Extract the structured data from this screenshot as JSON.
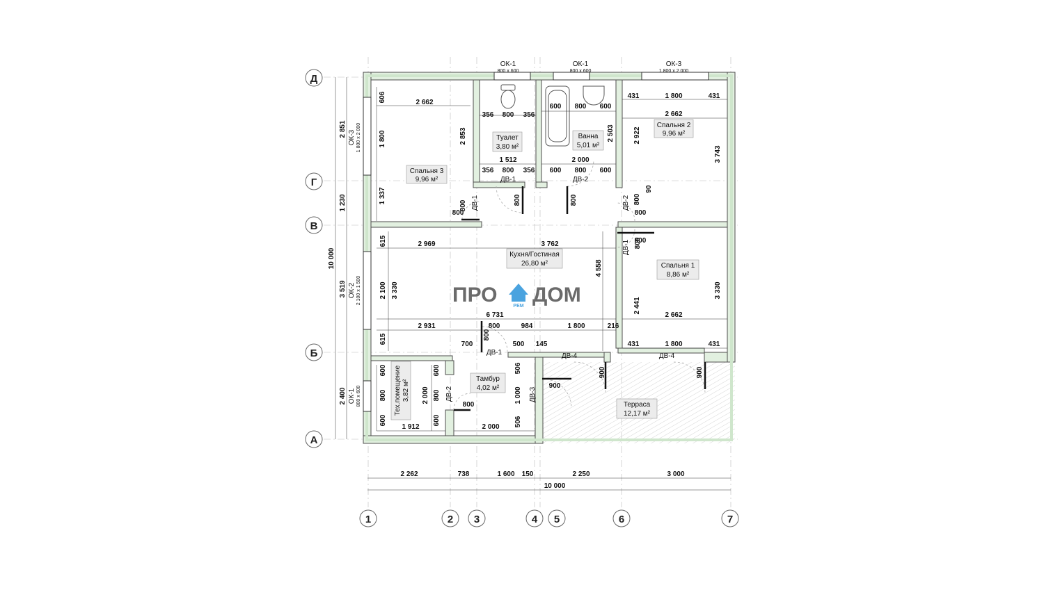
{
  "logo": {
    "left": "ПРО",
    "right": "ДОМ",
    "sub": "РЕМ"
  },
  "grid": {
    "cols": [
      "1",
      "2",
      "3",
      "4",
      "5",
      "6",
      "7"
    ],
    "rows": [
      "Д",
      "Г",
      "В",
      "Б",
      "А"
    ]
  },
  "rooms": {
    "bedroom3": {
      "name": "Спальня 3",
      "area": "9,96 м²"
    },
    "toilet": {
      "name": "Туалет",
      "area": "3,80 м²"
    },
    "bath": {
      "name": "Ванна",
      "area": "5,01 м²"
    },
    "bedroom2": {
      "name": "Спальня 2",
      "area": "9,96 м²"
    },
    "kitchen": {
      "name": "Кухня/Гостиная",
      "area": "26,80 м²"
    },
    "bedroom1": {
      "name": "Спальня 1",
      "area": "8,86 м²"
    },
    "vestibule": {
      "name": "Тамбур",
      "area": "4,02 м²"
    },
    "tech": {
      "name": "Тех.помещение",
      "area": "3,82 м²"
    },
    "terrace": {
      "name": "Терраса",
      "area": "12,17 м²"
    }
  },
  "windows": {
    "ok1": "ОК-1",
    "ok1_size": "800 х 600",
    "ok3": "ОК-3",
    "ok3_size": "1 800 х 2 000",
    "ok2": "ОК-2",
    "ok2_size": "2 100 х 1 500"
  },
  "doors": {
    "dv1": "ДВ-1",
    "dv2": "ДВ-2",
    "dv3": "ДВ-3",
    "dv4": "ДВ-4"
  },
  "dims": {
    "bottom": [
      "2 262",
      "738",
      "1 600",
      "150",
      "2 250",
      "3 000"
    ],
    "bottom_total": "10 000",
    "left": [
      "2 851",
      "1 230",
      "3 519",
      "2 400"
    ],
    "left_total": "10 000",
    "d2662": "2 662",
    "d606": "606",
    "d2853": "2 853",
    "d1800": "1 800",
    "d1337": "1 337",
    "d356": "356",
    "d800": "800",
    "d1512": "1 512",
    "d600": "600",
    "d2000": "2 000",
    "d2503": "2 503",
    "d431": "431",
    "d2922": "2 922",
    "d3743": "3 743",
    "d90": "90",
    "d2969": "2 969",
    "d3762": "3 762",
    "d615": "615",
    "d2100": "2 100",
    "d3330": "3 330",
    "d4558": "4 558",
    "d6731": "6 731",
    "d2931": "2 931",
    "d984": "984",
    "d216": "216",
    "d700": "700",
    "d500": "500",
    "d145": "145",
    "d2441": "2 441",
    "d506": "506",
    "d1000": "1 000",
    "d1912": "1 912",
    "d900": "900"
  }
}
